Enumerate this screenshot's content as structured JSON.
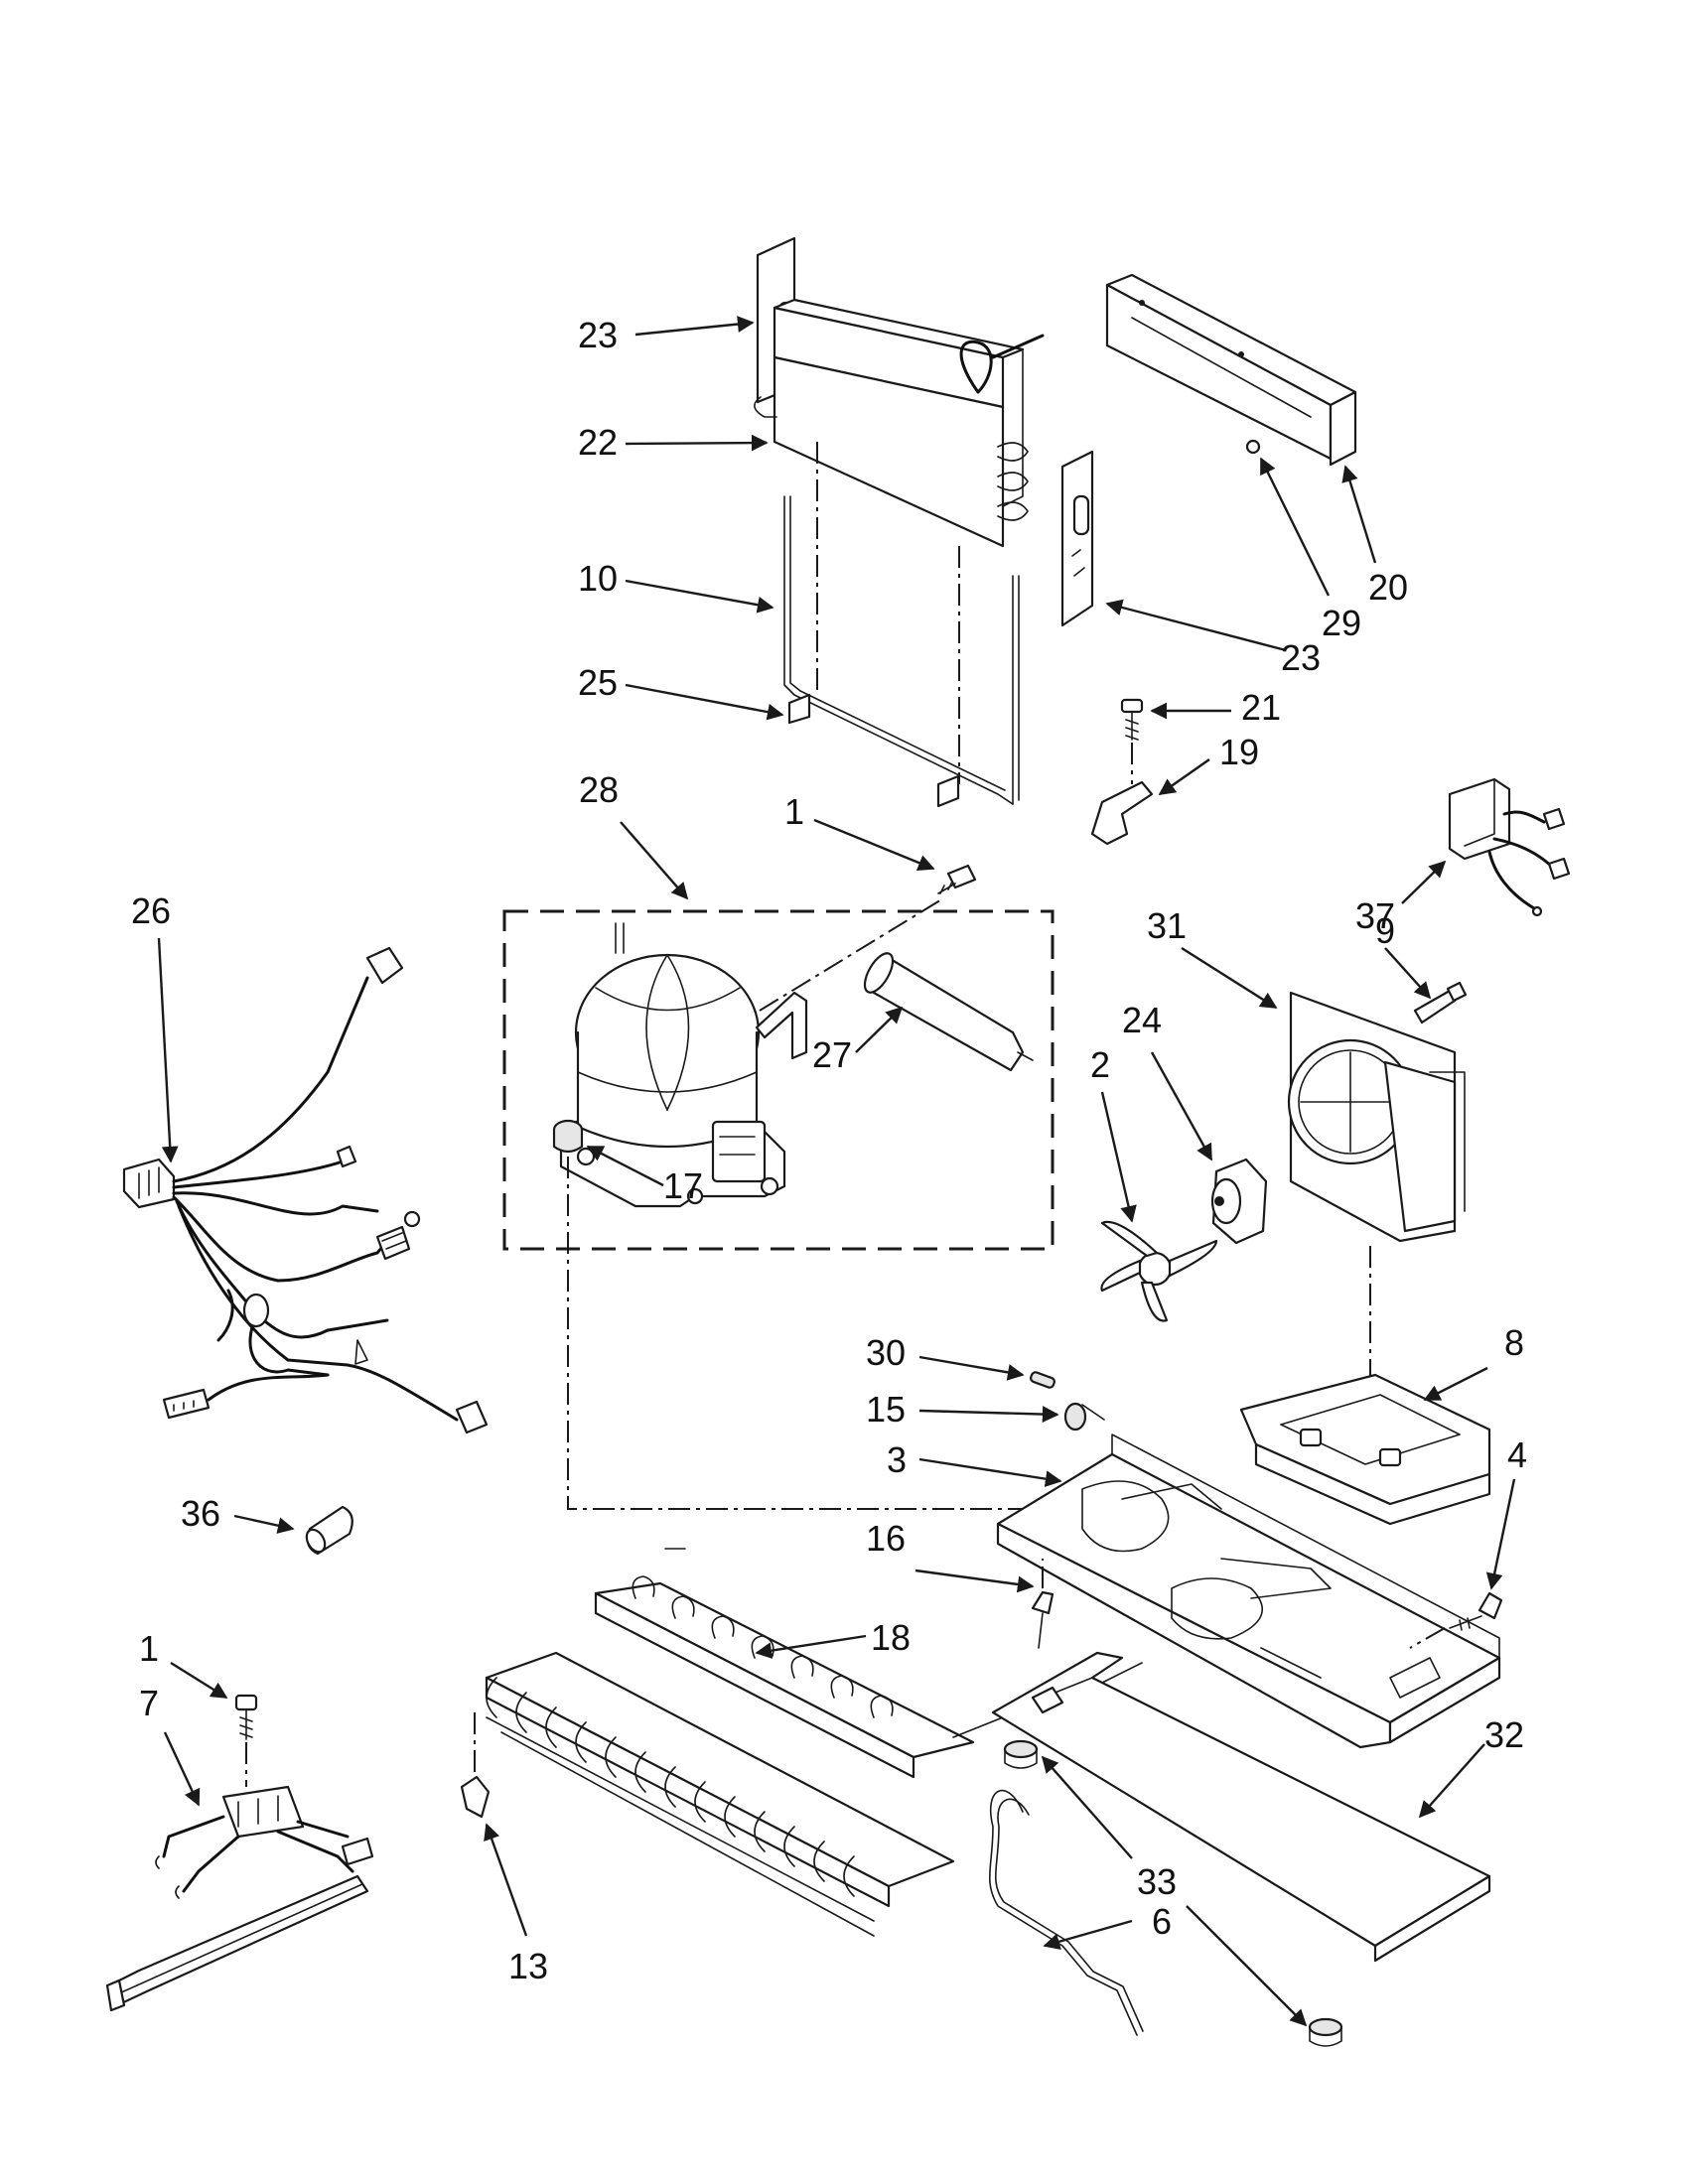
{
  "callouts": {
    "c23a": "23",
    "c22": "22",
    "c10": "10",
    "c25": "25",
    "c20": "20",
    "c29": "29",
    "c23b": "23",
    "c21": "21",
    "c19": "19",
    "c28": "28",
    "c1a": "1",
    "c27": "27",
    "c17": "17",
    "c26": "26",
    "c37": "37",
    "c31": "31",
    "c9": "9",
    "c24": "24",
    "c2": "2",
    "c8": "8",
    "c30": "30",
    "c15": "15",
    "c3": "3",
    "c4": "4",
    "c36": "36",
    "c16": "16",
    "c18": "18",
    "c1b": "1",
    "c7": "7",
    "c32": "32",
    "c33": "33",
    "c6": "6",
    "c13": "13"
  },
  "colors": {
    "line": "#1a1a1a",
    "background": "#ffffff",
    "fill": "#ffffff"
  }
}
